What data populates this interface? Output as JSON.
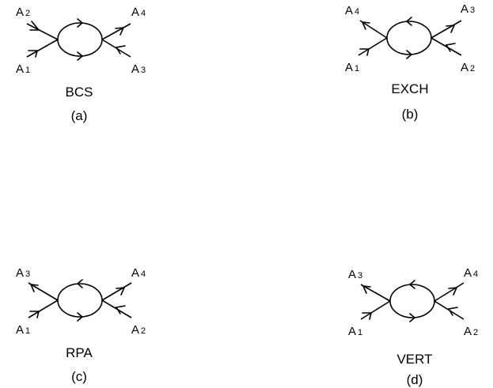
{
  "diagrams": [
    {
      "name": "BCS",
      "letter": "(a)",
      "top_left": {
        "base": "A",
        "sub": "2"
      },
      "top_right": {
        "base": "A",
        "sub": "4"
      },
      "bottom_left": {
        "base": "A",
        "sub": "1"
      },
      "bottom_right": {
        "base": "A",
        "sub": "3"
      }
    },
    {
      "name": "EXCH",
      "letter": "(b)",
      "top_left": {
        "base": "A",
        "sub": "4"
      },
      "top_right": {
        "base": "A",
        "sub": "3"
      },
      "bottom_left": {
        "base": "A",
        "sub": "1"
      },
      "bottom_right": {
        "base": "A",
        "sub": "2"
      }
    },
    {
      "name": "RPA",
      "letter": "(c)",
      "top_left": {
        "base": "A",
        "sub": "3"
      },
      "top_right": {
        "base": "A",
        "sub": "4"
      },
      "bottom_left": {
        "base": "A",
        "sub": "1"
      },
      "bottom_right": {
        "base": "A",
        "sub": "2"
      }
    },
    {
      "name": "VERT",
      "letter": "(d)",
      "top_left": {
        "base": "A",
        "sub": "3"
      },
      "top_right": {
        "base": "A",
        "sub": "4"
      },
      "bottom_left": {
        "base": "A",
        "sub": "1"
      },
      "bottom_right": {
        "base": "A",
        "sub": "2"
      }
    }
  ]
}
